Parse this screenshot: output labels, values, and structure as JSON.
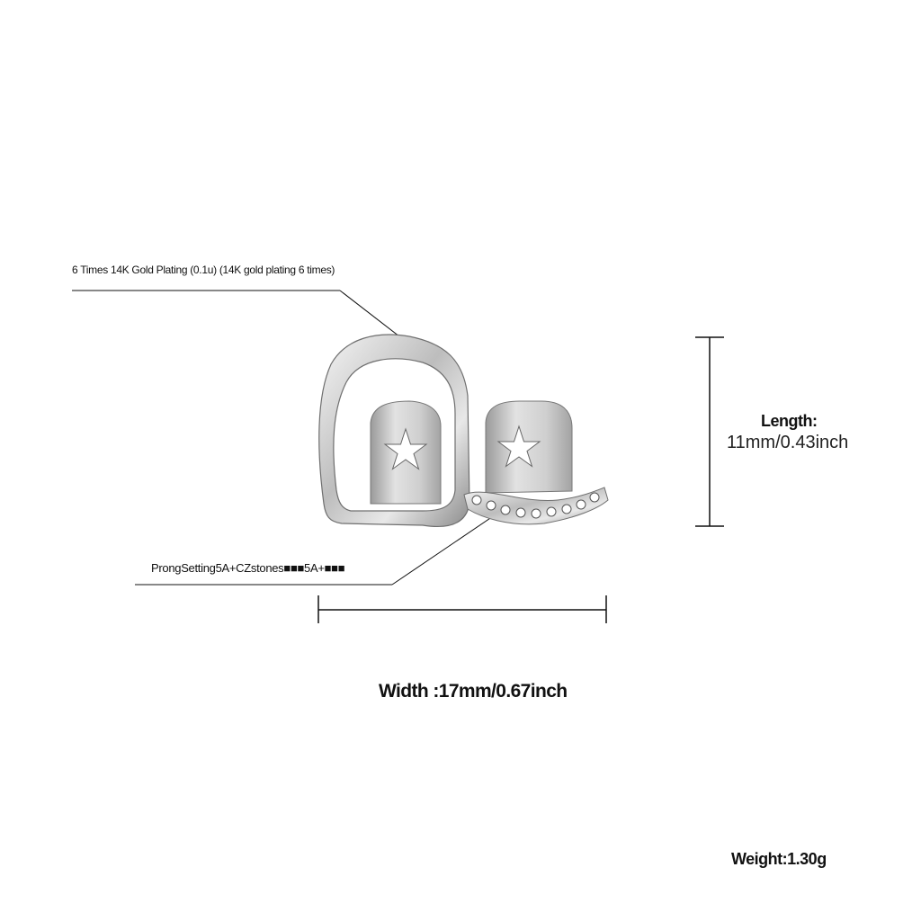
{
  "annotations": {
    "plating": "6 Times 14K Gold Plating (0.1u) (14K gold plating 6 times)",
    "prong_setting": "ProngSetting5A+CZstones■■■5A+■■■"
  },
  "dimensions": {
    "length_label": "Length:",
    "length_value": "11mm/0.43inch",
    "width_label": "Width :17mm/0.67inch",
    "weight_label": "Weight:1.30g"
  },
  "colors": {
    "metal": "#c9c9c9",
    "metal_highlight": "#f4f4f4",
    "metal_shadow": "#8a8a8a",
    "ink": "#111111"
  }
}
